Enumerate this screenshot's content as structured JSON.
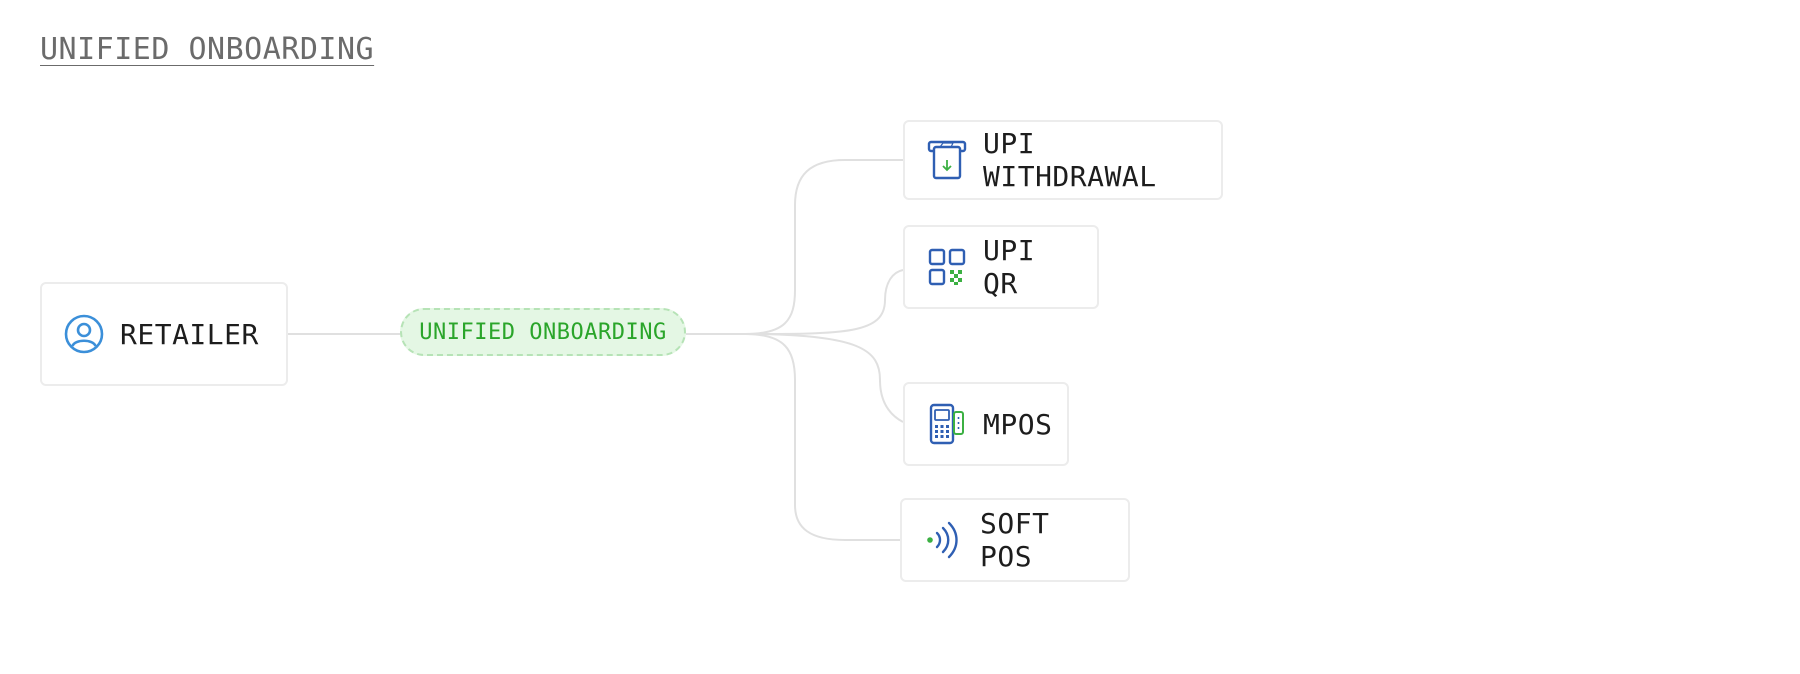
{
  "header": {
    "title": "UNIFIED ONBOARDING"
  },
  "source": {
    "label": "RETAILER",
    "icon": "user-circle-icon"
  },
  "hub": {
    "label": "UNIFIED ONBOARDING"
  },
  "targets": [
    {
      "label": "UPI WITHDRAWAL",
      "icon": "upi-withdrawal-icon"
    },
    {
      "label": "UPI QR",
      "icon": "qr-code-icon"
    },
    {
      "label": "MPOS",
      "icon": "card-terminal-icon"
    },
    {
      "label": "SOFT POS",
      "icon": "contactless-icon"
    }
  ],
  "colors": {
    "accent_blue": "#2f5fb3",
    "accent_green": "#3cb043",
    "user_icon_blue": "#3b8fd9",
    "hub_text": "#2aa52a",
    "hub_fill": "#e4f7e4",
    "connector": "#e0e0e0"
  }
}
